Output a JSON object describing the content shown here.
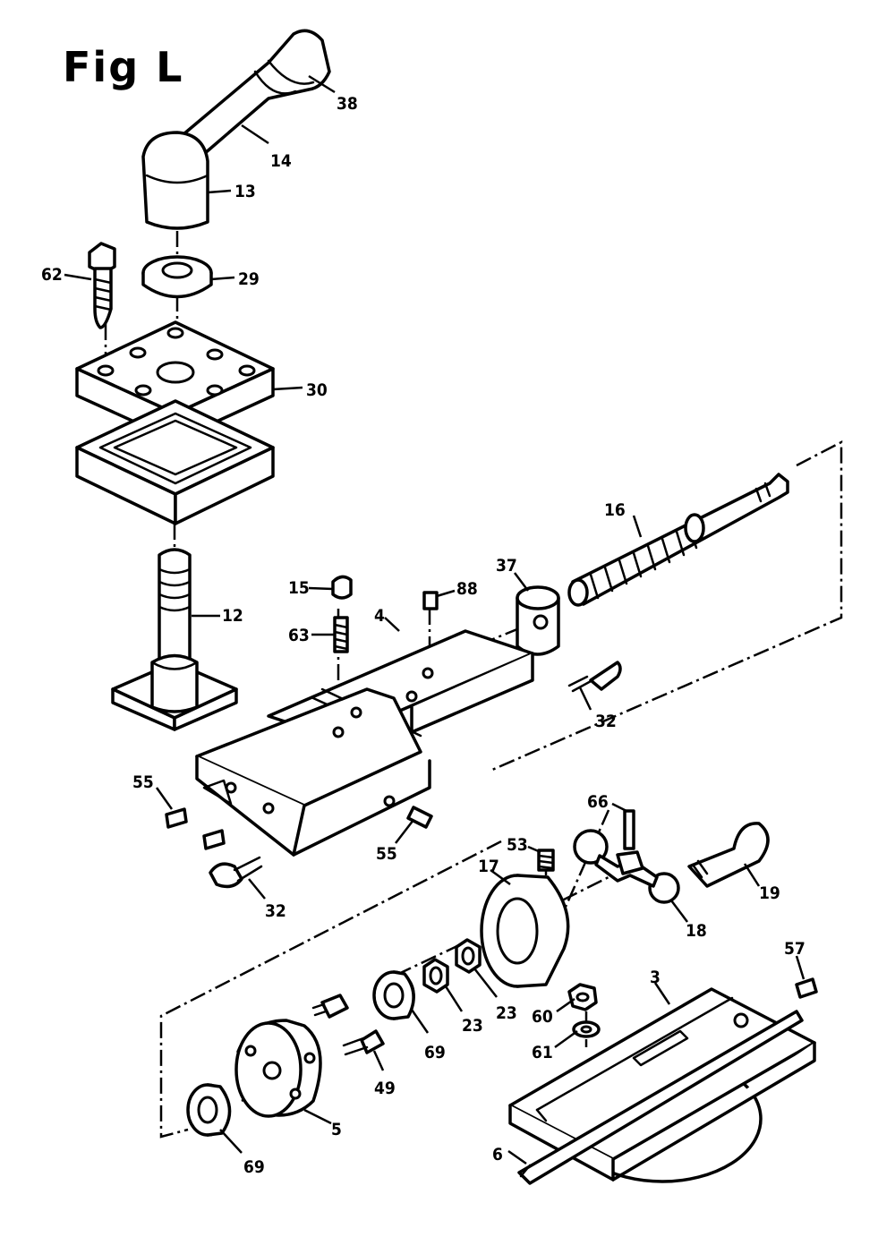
{
  "figure": {
    "title": "Fig L"
  },
  "callouts": [
    {
      "id": "38",
      "label": "38"
    },
    {
      "id": "14",
      "label": "14"
    },
    {
      "id": "13",
      "label": "13"
    },
    {
      "id": "62",
      "label": "62"
    },
    {
      "id": "29",
      "label": "29"
    },
    {
      "id": "30",
      "label": "30"
    },
    {
      "id": "16",
      "label": "16"
    },
    {
      "id": "37",
      "label": "37"
    },
    {
      "id": "15",
      "label": "15"
    },
    {
      "id": "88",
      "label": "88"
    },
    {
      "id": "4",
      "label": "4"
    },
    {
      "id": "63",
      "label": "63"
    },
    {
      "id": "12",
      "label": "12"
    },
    {
      "id": "32a",
      "label": "32"
    },
    {
      "id": "55a",
      "label": "55"
    },
    {
      "id": "55b",
      "label": "55"
    },
    {
      "id": "32b",
      "label": "32"
    },
    {
      "id": "66",
      "label": "66"
    },
    {
      "id": "53",
      "label": "53"
    },
    {
      "id": "17",
      "label": "17"
    },
    {
      "id": "19",
      "label": "19"
    },
    {
      "id": "18",
      "label": "18"
    },
    {
      "id": "57",
      "label": "57"
    },
    {
      "id": "3",
      "label": "3"
    },
    {
      "id": "60",
      "label": "60"
    },
    {
      "id": "61",
      "label": "61"
    },
    {
      "id": "23a",
      "label": "23"
    },
    {
      "id": "23b",
      "label": "23"
    },
    {
      "id": "69a",
      "label": "69"
    },
    {
      "id": "49",
      "label": "49"
    },
    {
      "id": "5",
      "label": "5"
    },
    {
      "id": "69b",
      "label": "69"
    },
    {
      "id": "6",
      "label": "6"
    }
  ]
}
